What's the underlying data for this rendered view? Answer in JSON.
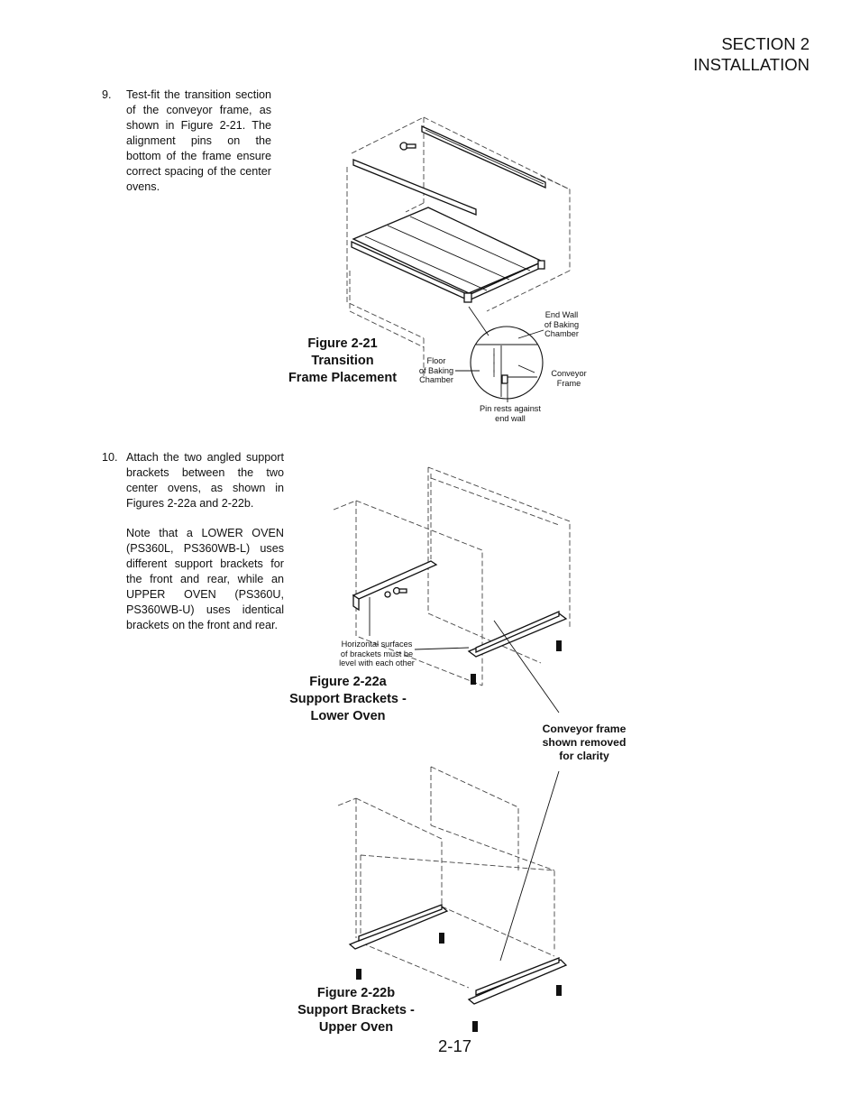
{
  "header": {
    "section": "SECTION 2",
    "title": "INSTALLATION"
  },
  "step9": {
    "number": "9.",
    "text": "Test-fit the transition section of the conveyor frame, as shown in Figure 2-21. The alignment pins on the bottom of the frame ensure correct spacing of the center ovens."
  },
  "fig21": {
    "caption": [
      "Figure 2-21",
      "Transition",
      "Frame Placement"
    ],
    "callouts": {
      "end_wall": [
        "End Wall",
        "of Baking",
        "Chamber"
      ],
      "floor": [
        "Floor",
        "of Baking",
        "Chamber"
      ],
      "conveyor_frame": [
        "Conveyor",
        "Frame"
      ],
      "pin": [
        "Pin rests against",
        "end wall"
      ]
    }
  },
  "step10": {
    "number": "10.",
    "text": "Attach the two angled support brackets between the two center ovens, as shown in Figures 2-22a and 2-22b.",
    "note": "Note that a LOWER OVEN (PS360L, PS360WB-L) uses different support brackets for the front and rear, while an UPPER OVEN (PS360U, PS360WB-U) uses identical brackets on the front and rear."
  },
  "fig22a": {
    "caption": [
      "Figure 2-22a",
      "Support Brackets -",
      "Lower Oven"
    ],
    "callout": [
      "Horizontal surfaces",
      "of brackets must be",
      "level with each other"
    ]
  },
  "conveyor_note": [
    "Conveyor frame",
    "shown removed",
    "for clarity"
  ],
  "fig22b": {
    "caption": [
      "Figure 2-22b",
      "Support Brackets -",
      "Upper Oven"
    ]
  },
  "page_number": "2-17"
}
